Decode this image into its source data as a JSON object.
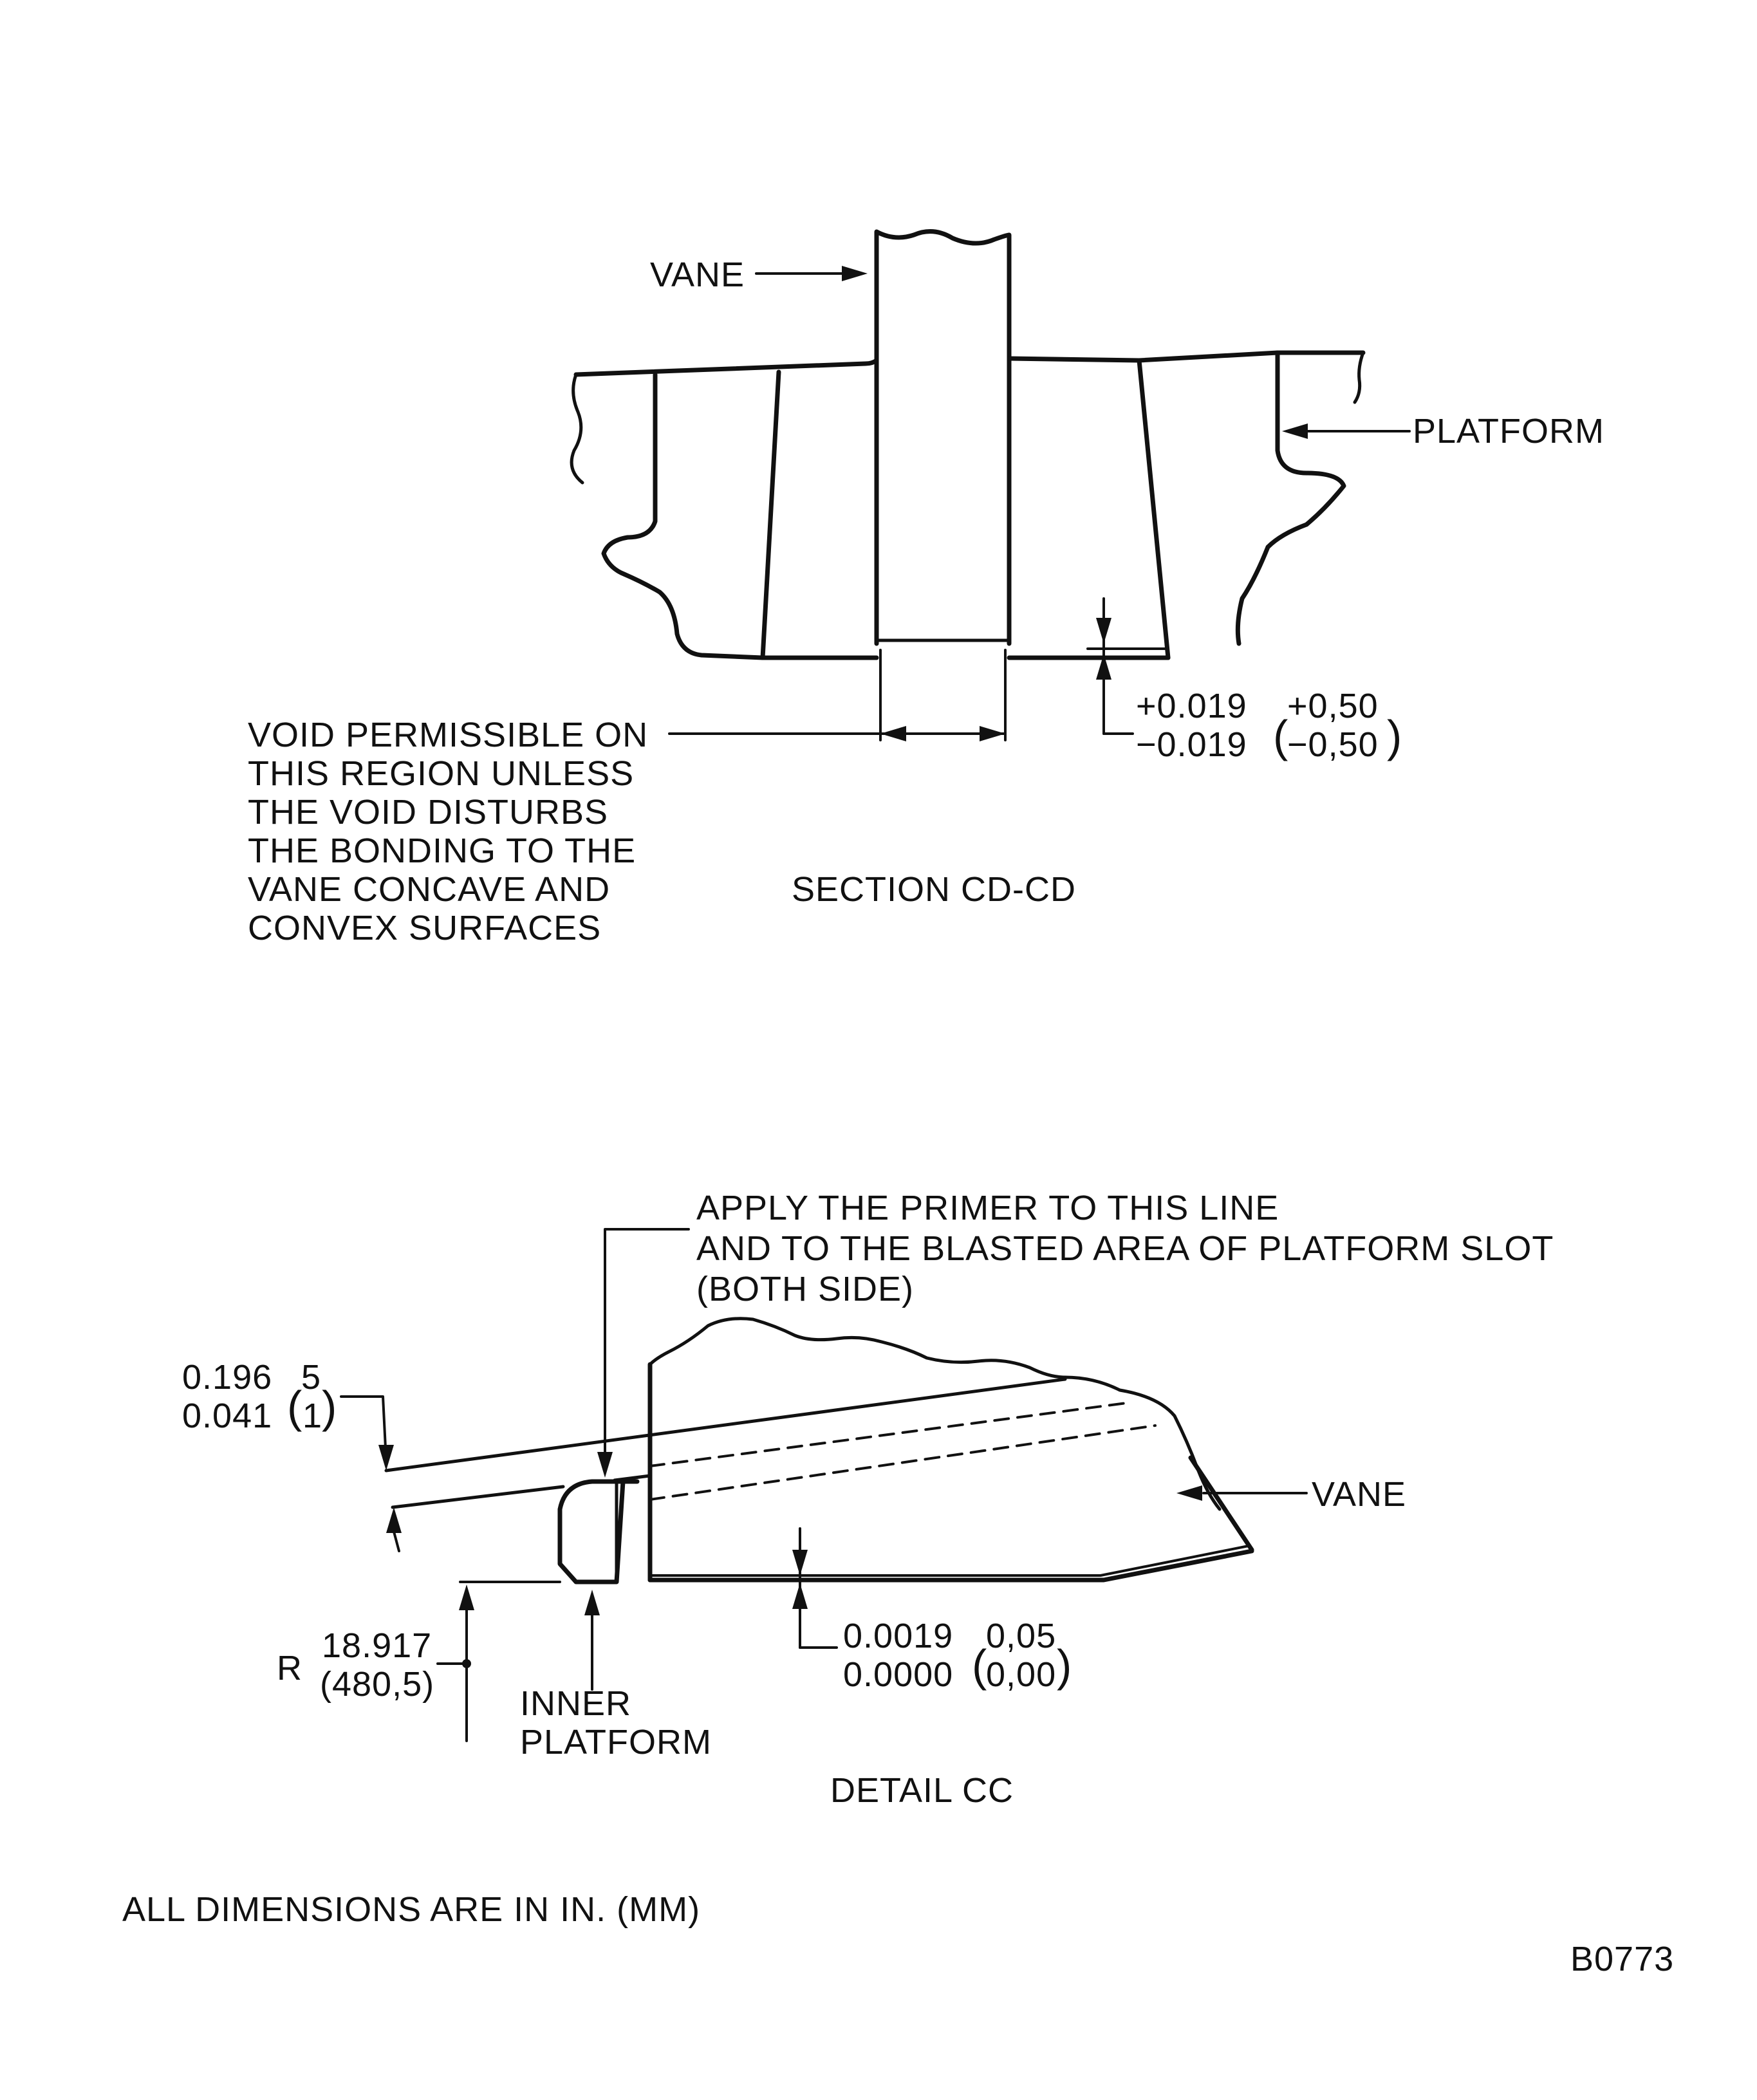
{
  "section": {
    "vane_label": "VANE",
    "platform_label": "PLATFORM",
    "void_note": [
      "VOID PERMISSIBLE ON",
      "THIS REGION UNLESS",
      "THE VOID DISTURBS",
      "THE BONDING TO THE",
      "VANE CONCAVE AND",
      "CONVEX SURFACES"
    ],
    "tolerance_in": [
      "+0.019",
      "−0.019"
    ],
    "tolerance_mm": [
      "+0,50",
      "−0,50"
    ],
    "title": "SECTION CD-CD"
  },
  "detail": {
    "primer_note": [
      "APPLY THE PRIMER TO THIS LINE",
      "AND TO THE BLASTED AREA OF PLATFORM SLOT",
      "(BOTH SIDE)"
    ],
    "offset_in": [
      "0.196",
      "0.041"
    ],
    "offset_mm": [
      "5",
      "1"
    ],
    "vane_label": "VANE",
    "radius_prefix": "R",
    "radius_in": "18.917",
    "radius_mm": "(480,5)",
    "inner_platform_label": [
      "INNER",
      "PLATFORM"
    ],
    "gap_in": [
      "0.0019",
      "0.0000"
    ],
    "gap_mm": [
      "0,05",
      "0,00"
    ],
    "title": "DETAIL CC"
  },
  "footer": {
    "units_note": "ALL DIMENSIONS ARE IN IN. (MM)",
    "figure_id": "B0773"
  }
}
